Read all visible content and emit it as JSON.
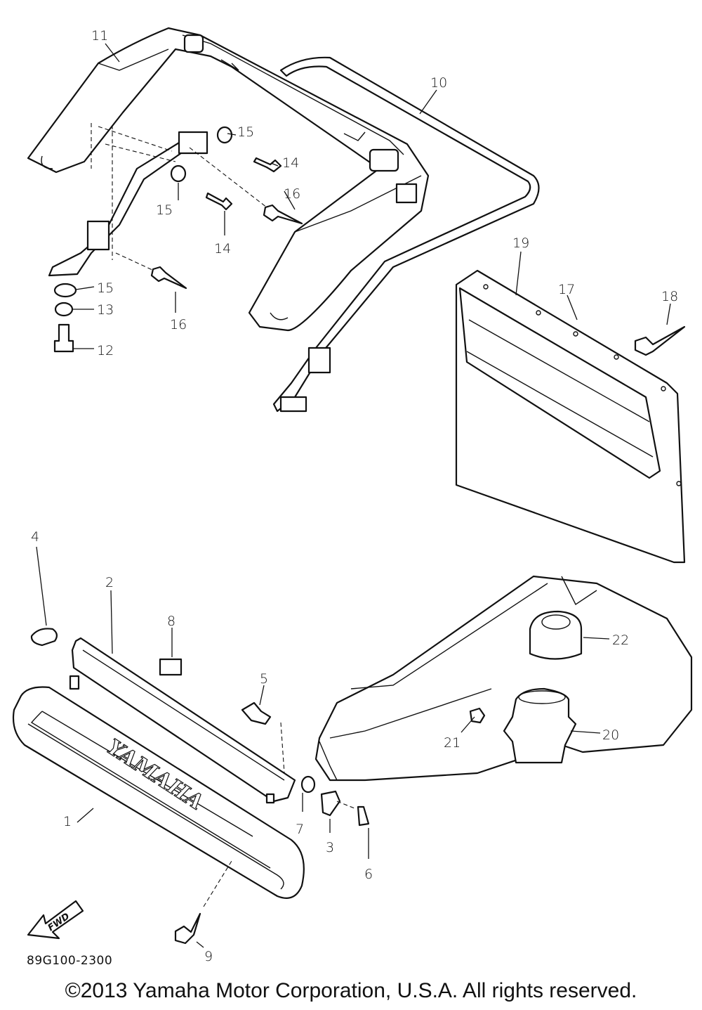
{
  "diagram": {
    "callouts": [
      "1",
      "2",
      "3",
      "4",
      "5",
      "6",
      "7",
      "8",
      "9",
      "10",
      "11",
      "12",
      "13",
      "14",
      "15",
      "16",
      "17",
      "18",
      "19",
      "20",
      "21",
      "22"
    ],
    "emblem_text": "YAMAHA",
    "direction_arrow_text": "FWD",
    "drawing_code": "89G100-2300",
    "copyright": "©2013 Yamaha Motor Corporation, U.S.A. All rights reserved."
  }
}
